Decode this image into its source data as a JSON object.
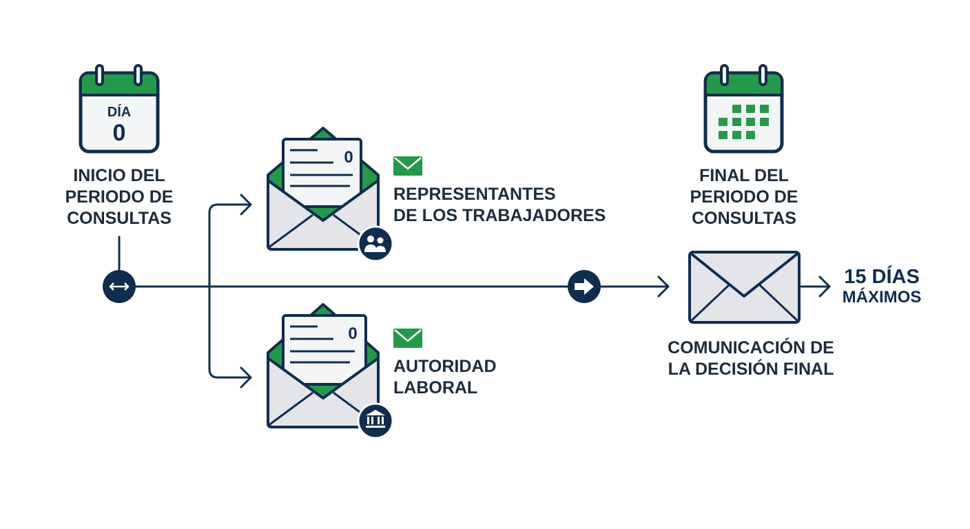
{
  "colors": {
    "navy": "#0f2d4f",
    "green": "#239a4a",
    "paper": "#f4f5f6",
    "envelope": "#e3e5e8",
    "text": "#1e2b3a"
  },
  "start": {
    "calendar_day_label": "DÍA",
    "calendar_day_number": "0",
    "title_lines": [
      "INICIO DEL",
      "PERIODO DE",
      "CONSULTAS"
    ],
    "icon": "calendar-day-icon"
  },
  "recipients": [
    {
      "letter_number": "0",
      "name_lines": [
        "REPRESENTANTES",
        "DE LOS TRABAJADORES"
      ],
      "badge_icon": "people-icon",
      "mail_icon": "green-mail-icon"
    },
    {
      "letter_number": "0",
      "name_lines": [
        "AUTORIDAD",
        "LABORAL"
      ],
      "badge_icon": "bank-building-icon",
      "mail_icon": "green-mail-icon"
    }
  ],
  "end": {
    "title_lines": [
      "FINAL DEL",
      "PERIODO DE",
      "CONSULTAS"
    ],
    "icon": "calendar-grid-icon"
  },
  "final_communication": {
    "label_lines": [
      "COMUNICACIÓN DE",
      "LA DECISIÓN FINAL"
    ],
    "icon": "closed-envelope-icon"
  },
  "deadline": {
    "lines": [
      "15 DÍAS",
      "MÁXIMOS"
    ]
  },
  "timeline": {
    "start_marker_icon": "double-arrow-icon",
    "mid_marker_icon": "right-arrow-icon"
  }
}
